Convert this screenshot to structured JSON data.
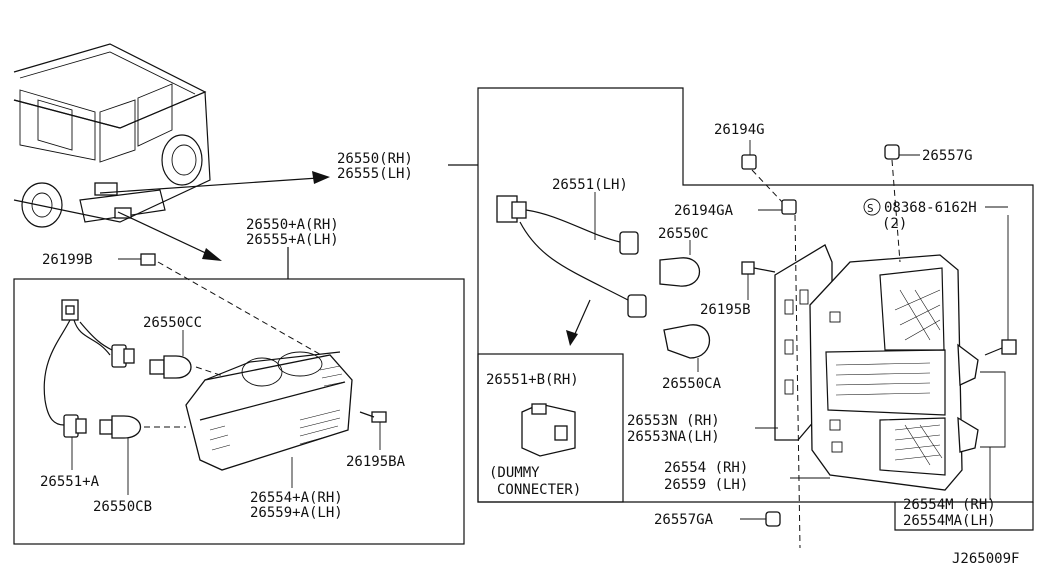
{
  "labels": {
    "p26550_rh": "26550(RH)",
    "p26555_lh": "26555(LH)",
    "p26550a_rh": "26550+A(RH)",
    "p26555a_lh": "26555+A(LH)",
    "p26199b": "26199B",
    "p26550cc": "26550CC",
    "p26551a": "26551+A",
    "p26550cb": "26550CB",
    "p26195ba": "26195BA",
    "p26554a_rh": "26554+A(RH)",
    "p26559a_lh": "26559+A(LH)",
    "p26551_lh": "26551(LH)",
    "p26550c": "26550C",
    "p26550ca": "26550CA",
    "p26551b_rh": "26551+B(RH)",
    "dummy_1": "(DUMMY",
    "dummy_2": "CONNECTER)",
    "p26194g": "26194G",
    "p26194ga": "26194GA",
    "p26195b": "26195B",
    "p26557g": "26557G",
    "p08368_symbol": "S",
    "p08368": "08368-6162H",
    "p08368_qty": "(2)",
    "p26553n_rh": "26553N (RH)",
    "p26553na_lh": "26553NA(LH)",
    "p26554_rh": "26554 (RH)",
    "p26559_lh": "26559 (LH)",
    "p26554m_rh": "26554M (RH)",
    "p26554ma_lh": "26554MA(LH)",
    "p26557ga": "26557GA",
    "diagram_id": "J265009F"
  }
}
